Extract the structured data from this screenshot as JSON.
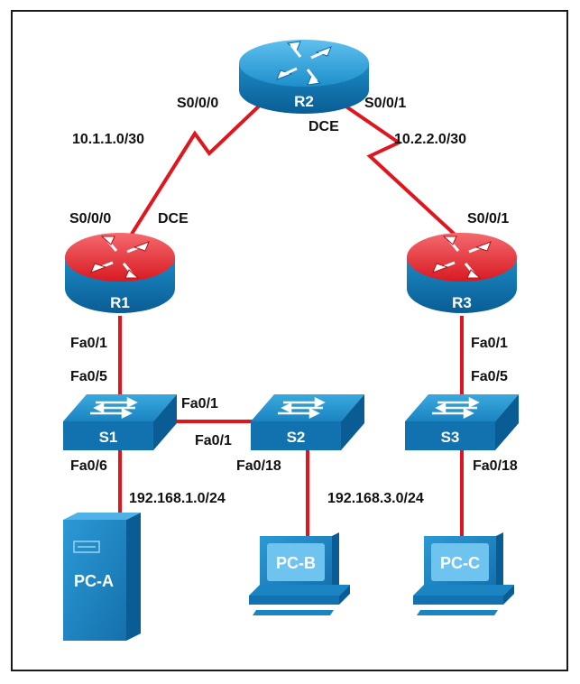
{
  "devices": {
    "r1": "R1",
    "r2": "R2",
    "r3": "R3",
    "s1": "S1",
    "s2": "S2",
    "s3": "S3",
    "pca": "PC-A",
    "pcb": "PC-B",
    "pcc": "PC-C"
  },
  "interfaces": {
    "r2_s000": "S0/0/0",
    "r2_s001": "S0/0/1",
    "r2_dce": "DCE",
    "r1_s000": "S0/0/0",
    "r1_dce": "DCE",
    "r3_s001": "S0/0/1",
    "r1_fa01": "Fa0/1",
    "s1_fa05": "Fa0/5",
    "s1_fa01": "Fa0/1",
    "s2_fa01": "Fa0/1",
    "s1_fa06": "Fa0/6",
    "s2_fa018": "Fa0/18",
    "r3_fa01": "Fa0/1",
    "s3_fa05": "Fa0/5",
    "s3_fa018": "Fa0/18"
  },
  "networks": {
    "wan1": "10.1.1.0/30",
    "wan2": "10.2.2.0/30",
    "lan1": "192.168.1.0/24",
    "lan3": "192.168.3.0/24"
  },
  "colors": {
    "link": "#e0161e",
    "router_blue": "#1d8fc9",
    "router_red": "#e51c24",
    "device_dark": "#0b5f96",
    "pc_blue": "#1b84c2"
  },
  "icons": {
    "router": "router-icon",
    "switch": "switch-icon",
    "server": "tower-pc-icon",
    "pc": "desktop-pc-icon"
  }
}
